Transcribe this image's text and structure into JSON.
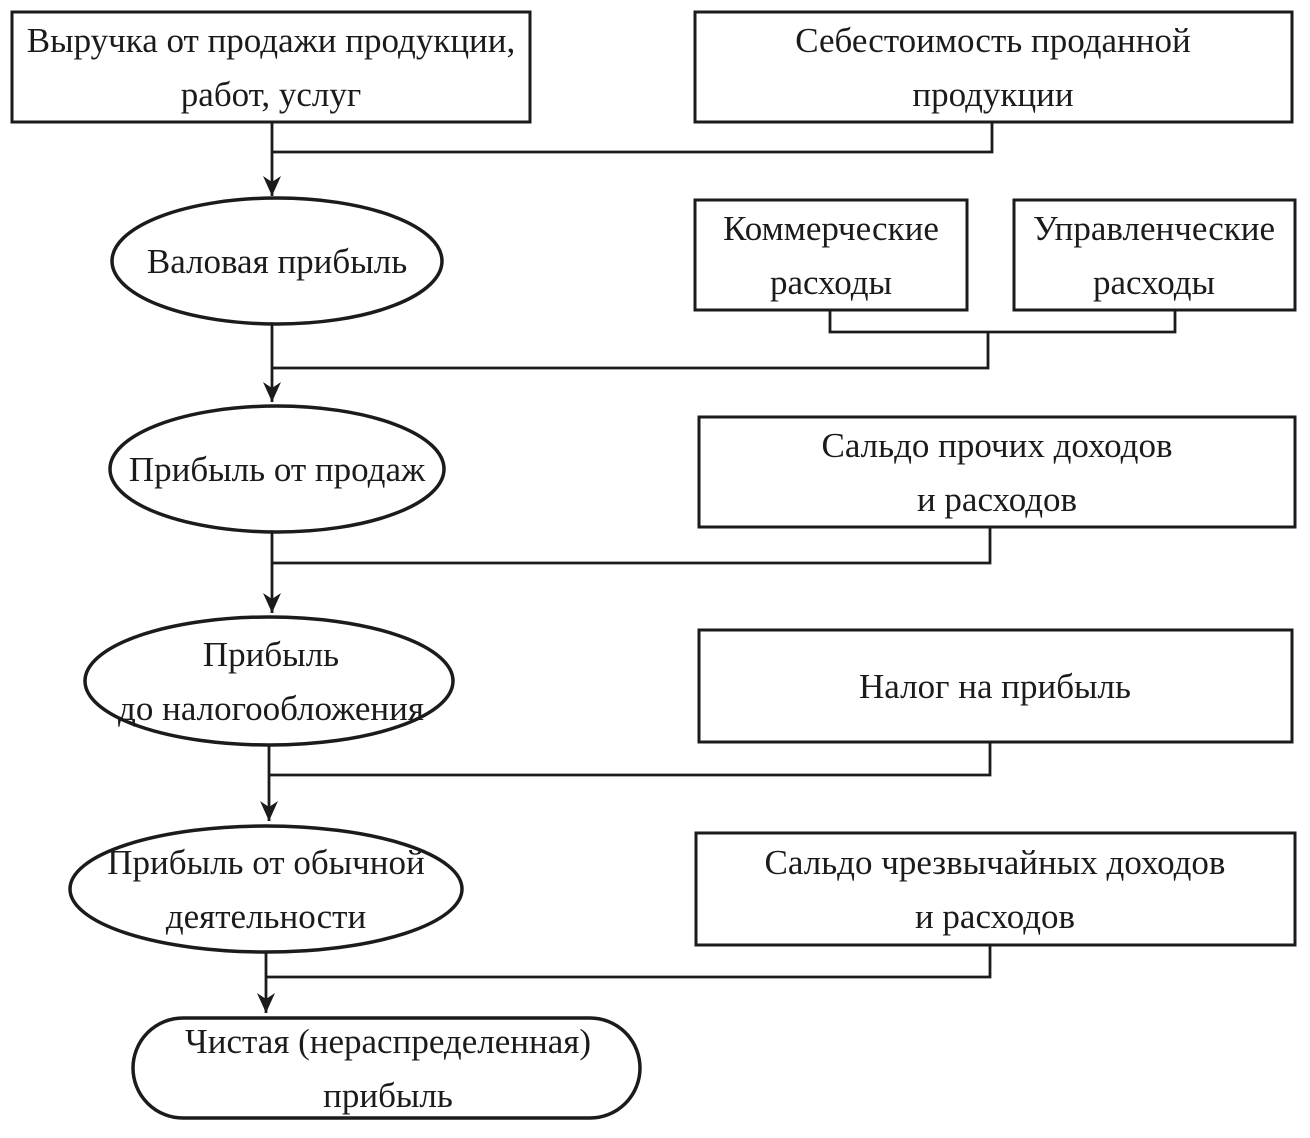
{
  "colors": {
    "background": "#ffffff",
    "stroke": "#1b1b1b",
    "shape_fill": "#ffffff",
    "text": "#1b1b1b"
  },
  "nodes": {
    "revenue": {
      "shape": "rectangle",
      "lines": [
        "Выручка от продажи продукции,",
        "работ, услуг"
      ]
    },
    "cost_of_goods": {
      "shape": "rectangle",
      "lines": [
        "Себестоимость проданной",
        "продукции"
      ]
    },
    "gross_profit": {
      "shape": "ellipse",
      "lines": [
        "Валовая прибыль"
      ]
    },
    "commercial_expenses": {
      "shape": "rectangle",
      "lines": [
        "Коммерческие",
        "расходы"
      ]
    },
    "management_expenses": {
      "shape": "rectangle",
      "lines": [
        "Управленческие",
        "расходы"
      ]
    },
    "sales_profit": {
      "shape": "ellipse",
      "lines": [
        "Прибыль от продаж"
      ]
    },
    "other_income_expense_balance": {
      "shape": "rectangle",
      "lines": [
        "Сальдо прочих доходов",
        "и расходов"
      ]
    },
    "pretax_profit": {
      "shape": "ellipse",
      "lines": [
        "Прибыль",
        "до налогообложения"
      ]
    },
    "income_tax": {
      "shape": "rectangle",
      "lines": [
        "Налог на прибыль"
      ]
    },
    "ordinary_activity_profit": {
      "shape": "ellipse",
      "lines": [
        "Прибыль от обычной",
        "деятельности"
      ]
    },
    "extraordinary_income_expense_balance": {
      "shape": "rectangle",
      "lines": [
        "Сальдо чрезвычайных доходов",
        "и расходов"
      ]
    },
    "net_profit": {
      "shape": "rounded-rectangle",
      "lines": [
        "Чистая (нераспределенная)",
        "прибыль"
      ]
    }
  },
  "edges": [
    {
      "from": "revenue, cost_of_goods",
      "to": "gross_profit",
      "arrow": "down"
    },
    {
      "from": "gross_profit, commercial_expenses, management_expenses",
      "to": "sales_profit",
      "arrow": "down"
    },
    {
      "from": "sales_profit, other_income_expense_balance",
      "to": "pretax_profit",
      "arrow": "down"
    },
    {
      "from": "pretax_profit, income_tax",
      "to": "ordinary_activity_profit",
      "arrow": "down"
    },
    {
      "from": "ordinary_activity_profit, extraordinary_income_expense_balance",
      "to": "net_profit",
      "arrow": "down"
    }
  ]
}
